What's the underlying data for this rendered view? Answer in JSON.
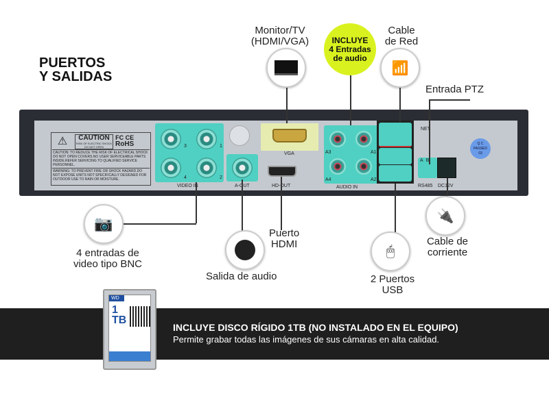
{
  "title": "PUERTOS\nY SALIDAS",
  "badge": "INCLUYE\n4 Entradas\nde audio",
  "callouts": {
    "monitor": "Monitor/TV\n(HDMI/VGA)",
    "cable_red": "Cable\nde Red",
    "ptz": "Entrada PTZ",
    "hdmi": "Puerto\nHDMI",
    "bnc": "4 entradas de\nvideo tipo BNC",
    "audio_out": "Salida de audio",
    "usb": "2 Puertos\nUSB",
    "power": "Cable de\ncorriente"
  },
  "panel": {
    "caution": "CAUTION",
    "caution_sub": "RISK OF ELECTRIC SHOCK\nDO NOT OPEN",
    "fc_ce": "FC CE",
    "rohs": "RoHS",
    "caution_text": "CAUTION: TO REDUCE THE RISK OF ELECTRICAL SHOCK DO NOT OPEN COVERS.NO USER SERVICEABLE PARTS INSIDE.REFER SERVICING TO QUALIFIED SERVICE PERSONNEL.",
    "warning_text": "WARNING: TO PREVENT FIRE OR SHOCK HAZARD.DO NOT EXPOSE UNITS NOT SPECIFICALLY DESIGNED FOR OUTDOOR USE TO RAIN OR MOISTURE.",
    "video_in": "VIDEO IN",
    "a_out": "A-OUT",
    "vga": "VGA",
    "hd_out": "HD-OUT",
    "audio_in": "AUDIO IN",
    "net": "NET",
    "rs485": "RS485",
    "dc12v": "DC12V",
    "a": "A",
    "b": "B",
    "a1": "A1",
    "a2": "A2",
    "a3": "A3",
    "a4": "A4",
    "v1": "1",
    "v2": "2",
    "v3": "3",
    "v4": "4",
    "qc": "Q C\nPASSED\n03"
  },
  "banner": {
    "heading": "INCLUYE DISCO RÍGIDO 1TB (NO INSTALADO EN EL EQUIPO)",
    "sub": "Permite grabar todas las imágenes de sus cámaras en alta calidad.",
    "hdd_label": "1\nTB",
    "hdd_brand": "WD"
  }
}
